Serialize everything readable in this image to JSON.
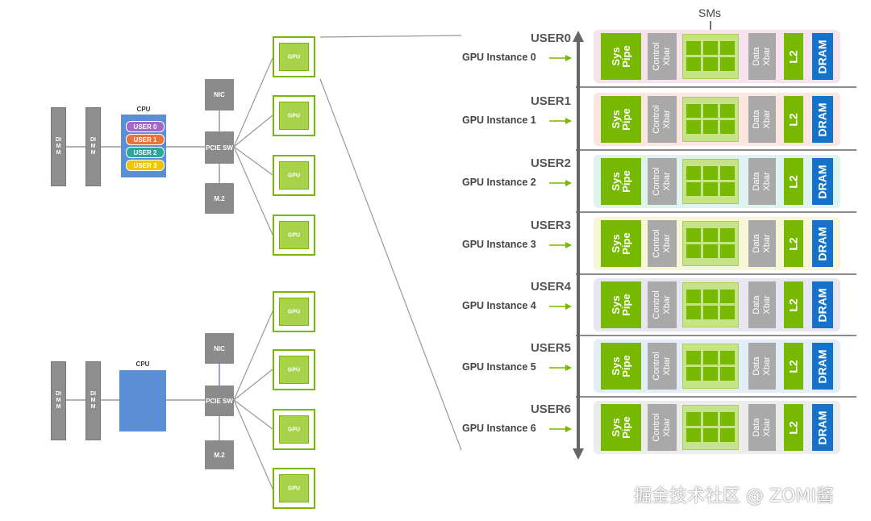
{
  "diagram": {
    "server_top": {
      "dimm_label": "DIMM",
      "cpu_label": "CPU",
      "users": [
        {
          "label": "USER 0",
          "color": "#a468c8"
        },
        {
          "label": "USER 1",
          "color": "#e8733c"
        },
        {
          "label": "USER 2",
          "color": "#2aa99a"
        },
        {
          "label": "USER 3",
          "color": "#f0c400"
        }
      ],
      "nic_label": "NIC",
      "pcie_label": "PCIE SW",
      "m2_label": "M.2",
      "gpu_label": "GPU"
    },
    "server_bottom": {
      "dimm_label": "DIMM",
      "cpu_label": "CPU",
      "nic_label": "NIC",
      "pcie_label": "PCIE SW",
      "m2_label": "M.2",
      "gpu_label": "GPU"
    },
    "sms_label": "SMs",
    "components": {
      "sys_pipe": "Sys Pipe",
      "control_xbar": "Control Xbar",
      "data_xbar": "Data Xbar",
      "l2": "L2",
      "dram": "DRAM"
    },
    "instances": [
      {
        "user": "USER0",
        "name": "GPU Instance 0",
        "tint": "#f7e3ee"
      },
      {
        "user": "USER1",
        "name": "GPU Instance 1",
        "tint": "#fbe6e1"
      },
      {
        "user": "USER2",
        "name": "GPU Instance 2",
        "tint": "#dff3f1"
      },
      {
        "user": "USER3",
        "name": "GPU Instance 3",
        "tint": "#f8f6d8"
      },
      {
        "user": "USER4",
        "name": "GPU Instance 4",
        "tint": "#e9e6f4"
      },
      {
        "user": "USER5",
        "name": "GPU Instance 5",
        "tint": "#e4eef8"
      },
      {
        "user": "USER6",
        "name": "GPU Instance 6",
        "tint": "#ececec"
      }
    ],
    "colors": {
      "nvidia_green": "#76b900",
      "gray": "#a9a9a9",
      "dram_blue": "#1473c9",
      "cpu_blue": "#5a8fd6"
    }
  },
  "watermark": "掘金技术社区 @ ZOMI酱"
}
